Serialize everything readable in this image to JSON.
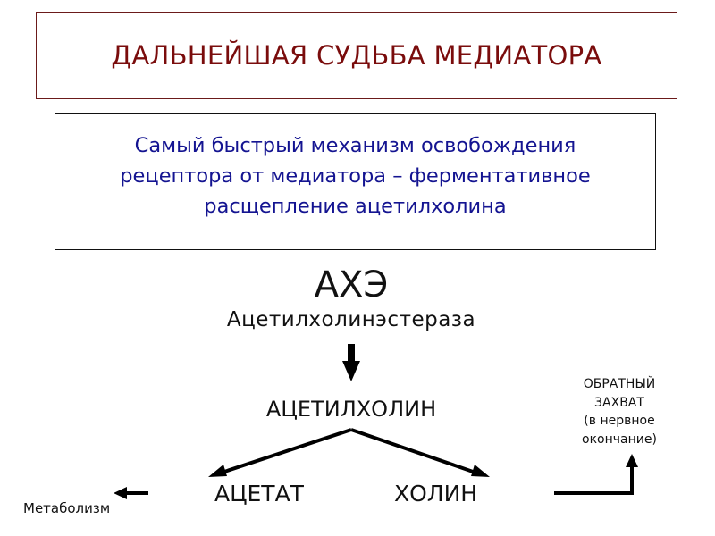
{
  "title": "ДАЛЬНЕЙШАЯ СУДЬБА МЕДИАТОРА",
  "description": {
    "lines": [
      "Самый  быстрый механизм освобождения",
      "рецептора от медиатора – ферментативное",
      "расщепление ацетилхолина"
    ]
  },
  "diagram": {
    "enzyme_abbr": "АХЭ",
    "enzyme_name": "Ацетилхолинэстераза",
    "substrate": "АЦЕТИЛХОЛИН",
    "product_left": "АЦЕТАТ",
    "product_right": "ХОЛИН",
    "metabolism": "Метаболизм",
    "reuptake": {
      "line1": "ОБРАТНЫЙ",
      "line2": "ЗАХВАТ",
      "line3": "(в нервное",
      "line4": "окончание)"
    },
    "arrows": [
      "down-arrow",
      "split-arrow-left",
      "split-arrow-right",
      "metabolism-arrow-left",
      "reuptake-elbow-arrow-up"
    ]
  },
  "colors": {
    "title": "#7a0c0c",
    "title_border": "#6b1a1a",
    "body_text": "#141491",
    "diagram_text": "#111111"
  }
}
